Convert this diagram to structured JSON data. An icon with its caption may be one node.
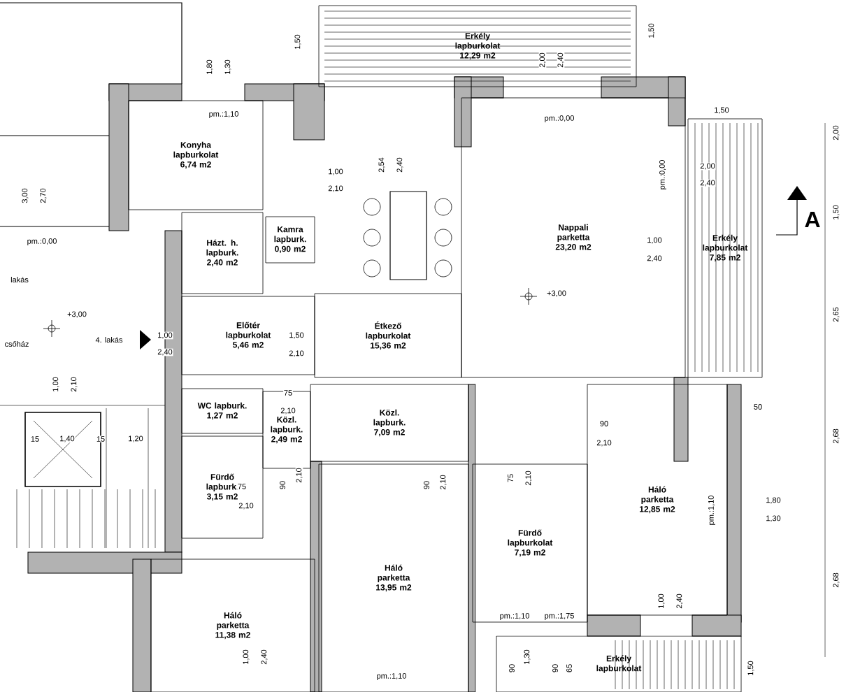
{
  "diagram": {
    "nodes": [
      {
        "text": [
          "Erkély lapburkolat 12,29 m2"
        ]
      },
      {
        "text": [
          "Konyha lapburkolat 6,74 m2"
        ]
      },
      {
        "text": [
          "Kamra lapburk. 0,90 m2"
        ]
      },
      {
        "text": [
          "Házt. h. lapburk. 2,40 m2"
        ]
      },
      {
        "text": [
          "Előtér lapburkolat 5,46 m2"
        ]
      },
      {
        "text": [
          "Étkező lapburkolat 15,36 m2"
        ]
      },
      {
        "text": [
          "Nappali parketta 23,20 m2"
        ]
      },
      {
        "text": [
          "Erkély lapburkolat 7,85 m2"
        ]
      },
      {
        "text": [
          "WC lapburk. 1,27 m2"
        ]
      },
      {
        "text": [
          "Közl. lapburk. 2,49 m2"
        ]
      },
      {
        "text": [
          "Fürdő lapburk. 3,15 m2"
        ]
      },
      {
        "text": [
          "Közl. lapburk. 7,09 m2"
        ]
      },
      {
        "text": [
          "Háló parketta 12,85 m2"
        ]
      },
      {
        "text": [
          "Fürdő lapburkolat 7,19 m2"
        ]
      },
      {
        "text": [
          "Háló parketta 13,95 m2"
        ]
      },
      {
        "text": [
          "Háló parketta 11,38 m2"
        ]
      },
      {
        "text": [
          "Erkély lapburkolat"
        ]
      }
    ],
    "labels": [
      "1,80",
      "1,30",
      "1,50",
      "pm.:1,10",
      "2,00",
      "2,40",
      "1,50",
      "pm.:0,00",
      "1,50",
      "pm.:0,00",
      "2,00",
      "2,40",
      "A",
      "1,00",
      "2,40",
      "2,54",
      "2,40",
      "1,00",
      "2,10",
      "3,00",
      "2,70",
      "pm.:0,00",
      "lakás",
      "+3,00",
      "csőház",
      "4. lakás",
      "1,00",
      "2,40",
      "1,50",
      "2,10",
      "+3,00",
      "1,00",
      "2,10",
      "15",
      "1,40",
      "15",
      "1,20",
      "75",
      "2,10",
      "75",
      "2,10",
      "90",
      "2,10",
      "90",
      "2,10",
      "90",
      "2,10",
      "75",
      "2,10",
      "1,80",
      "1,30",
      "pm.:1,10",
      "1,00",
      "2,40",
      "pm.:1,10",
      "pm.:1,75",
      "90",
      "1,30",
      "90",
      "65",
      "1,50",
      "pm.:1,10",
      "1,00",
      "2,40",
      "50",
      "2,00",
      "1,50",
      "2,65",
      "2,68",
      "2,68"
    ]
  }
}
